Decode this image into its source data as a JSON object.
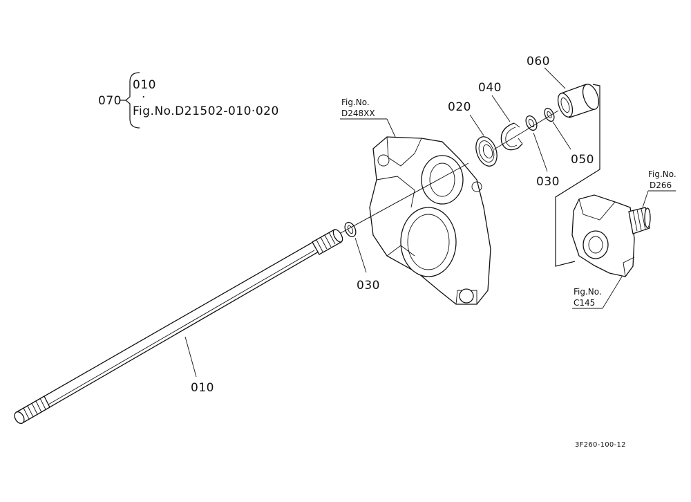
{
  "legend": {
    "parent": "070",
    "line1": "010",
    "dot": "·",
    "line2": "Fig.No.D21502-010·020"
  },
  "callouts": {
    "p010": "010",
    "p020": "020",
    "p030_lower": "030",
    "p030_upper": "030",
    "p040": "040",
    "p050": "050",
    "p060": "060"
  },
  "references": {
    "housing": {
      "label": "Fig.No.",
      "number": "D248XX"
    },
    "pump": {
      "label": "Fig.No.",
      "number": "C145"
    },
    "shaft": {
      "label": "Fig.No.",
      "number": "D266"
    }
  },
  "drawing_code": "3F260-100-12"
}
